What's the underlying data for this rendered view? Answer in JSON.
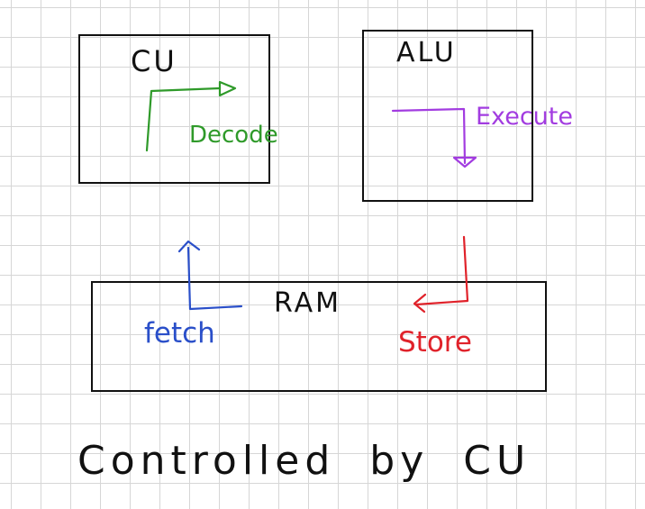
{
  "components": {
    "cu": {
      "label": "CU"
    },
    "alu": {
      "label": "ALU"
    },
    "ram": {
      "label": "RAM"
    }
  },
  "steps": {
    "fetch": {
      "label": "fetch",
      "color": "#2a4fc9"
    },
    "decode": {
      "label": "Decode",
      "color": "#2f9a2a"
    },
    "execute": {
      "label": "Execute",
      "color": "#a23ce0"
    },
    "store": {
      "label": "Store",
      "color": "#e0222a"
    }
  },
  "caption": {
    "text": "Controlled by CU"
  }
}
